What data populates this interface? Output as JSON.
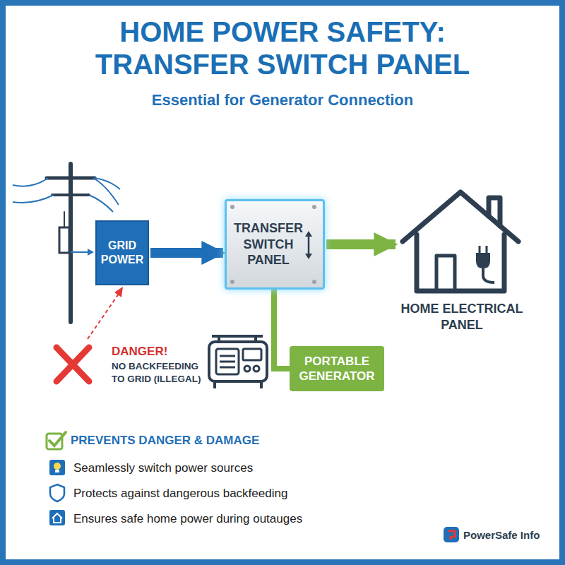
{
  "diagram": {
    "title": "HOME POWER SAFETY: TRANSFER SWITCH PANEL",
    "nodes": [
      {
        "text": [
          "GRID POWER"
        ]
      },
      {
        "text": [
          "TRANSFER SWITCH PANEL"
        ]
      },
      {
        "text": [
          "HOME ELECTRICAL PANEL"
        ]
      },
      {
        "text": [
          "PORTABLE GENERATOR"
        ]
      }
    ],
    "edges": [
      {
        "from": 0,
        "to": 1,
        "arrow": "to"
      },
      {
        "from": 1,
        "to": 2,
        "arrow": "to"
      },
      {
        "from": 3,
        "to": 1,
        "arrow": "none"
      }
    ],
    "labels": [
      "Essential for Generator Connection",
      "DANGER!",
      "NO BACKFEEDING TO GRID (ILLEGAL)",
      "PREVENTS DANGER & DAMAGE",
      "Seamlessly switch power sources",
      "Protects against dangerous backfeeding",
      "Ensures safe home power during outauges",
      "PowerSafe Info"
    ]
  }
}
